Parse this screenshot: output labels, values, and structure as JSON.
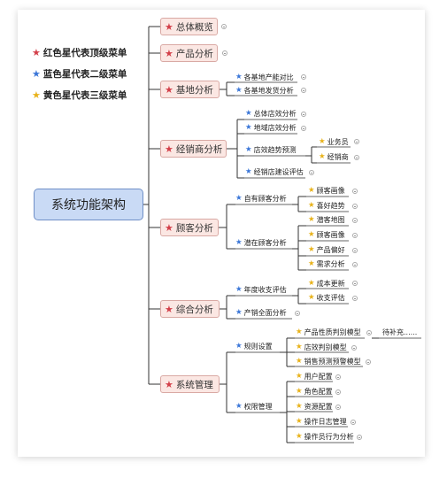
{
  "legend": [
    {
      "color": "red",
      "text": "红色星代表顶级菜单"
    },
    {
      "color": "blue",
      "text": "蓝色星代表二级菜单"
    },
    {
      "color": "yellow",
      "text": "黄色星代表三级菜单"
    }
  ],
  "root": "系统功能架构",
  "level1": {
    "overview": "总体概览",
    "product": "产品分析",
    "base": "基地分析",
    "dealer": "经销商分析",
    "customer": "顾客分析",
    "integrated": "综合分析",
    "sysmgmt": "系统管理"
  },
  "level2": {
    "base_capacity": "各基地产能对比",
    "base_shipping": "各基地发货分析",
    "dealer_store": "总体店效分析",
    "dealer_region": "地域店效分析",
    "dealer_trend": "店效趋势预测",
    "dealer_build": "经销店建设评估",
    "cust_own": "自有顾客分析",
    "cust_potential": "潜在顾客分析",
    "int_annual": "年度收支评估",
    "int_panorama": "产销全面分析",
    "sys_rules": "规则设置",
    "sys_perm": "权限管理"
  },
  "level3": {
    "trend_staff": "业务员",
    "trend_dealer": "经销商",
    "own_portrait": "顾客画像",
    "own_preference": "喜好趋势",
    "pot_map": "潜客地图",
    "pot_portrait": "顾客画像",
    "pot_product": "产品偏好",
    "pot_demand": "需求分析",
    "ann_cost": "成本更新",
    "ann_income": "收支评估",
    "rule_product": "产品性质判别模型",
    "rule_store": "店效判别模型",
    "rule_forecast": "销售预测预警模型",
    "perm_user": "用户配置",
    "perm_role": "角色配置",
    "perm_resource": "资源配置",
    "perm_log": "操作日志管理",
    "perm_behavior": "操作员行为分析"
  },
  "note": "待补充......",
  "colors": {
    "red": "#d33f49",
    "blue": "#3a76d8",
    "yellow": "#e8b21a"
  }
}
